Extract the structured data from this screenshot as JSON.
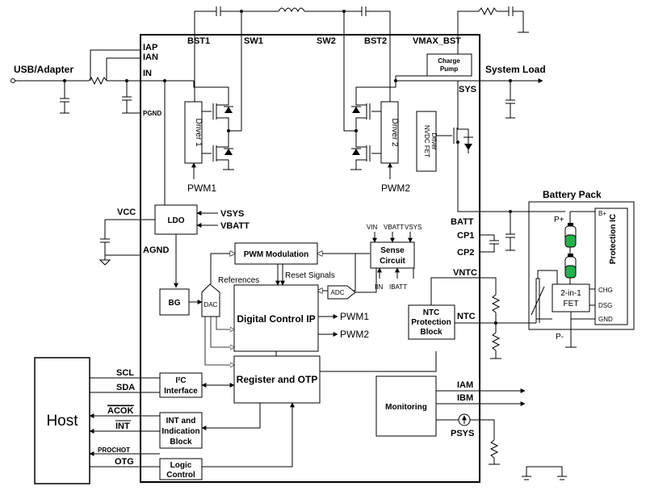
{
  "pins_left": {
    "iap": "IAP",
    "ian": "IAN",
    "in": "IN",
    "pgnd": "PGND",
    "vcc": "VCC",
    "agnd": "AGND",
    "scl": "SCL",
    "sda": "SDA",
    "acok": "ACOK",
    "int": "INT",
    "prochot": "PROCHOT",
    "otg": "OTG"
  },
  "pins_top": {
    "bst1": "BST1",
    "sw1": "SW1",
    "sw2": "SW2",
    "bst2": "BST2",
    "vmax_bst": "VMAX_BST"
  },
  "pins_right": {
    "sys": "SYS",
    "batt": "BATT",
    "cp1": "CP1",
    "cp2": "CP2",
    "vntc": "VNTC",
    "ntc": "NTC",
    "iam": "IAM",
    "ibm": "IBM",
    "psys": "PSYS"
  },
  "external": {
    "usb_adapter": "USB/Adapter",
    "system_load": "System Load",
    "host": "Host",
    "battery_pack": "Battery Pack"
  },
  "blocks": {
    "driver1": "Driver 1",
    "driver2": "Driver 2",
    "nvdc_fet_line1": "NVDC FET",
    "nvdc_fet_line2": "Driver",
    "charge_pump_line1": "Charge",
    "charge_pump_line2": "Pump",
    "ldo": "LDO",
    "vsys": "VSYS",
    "vbatt": "VBATT",
    "bg": "BG",
    "dac": "DAC",
    "adc": "ADC",
    "pwm_modulation": "PWM Modulation",
    "references": "References",
    "reset_signals": "Reset Signals",
    "sense_line1": "Sense",
    "sense_line2": "Circuit",
    "sense_in_vin": "VIN",
    "sense_in_vbatt": "VBATT",
    "sense_in_vsys": "VSYS",
    "sense_out_iin": "IIN",
    "sense_out_ibatt": "IBATT",
    "digital_control_ip": "Digital Control IP",
    "pwm1_out": "PWM1",
    "pwm2_out": "PWM2",
    "pwm1_in": "PWM1",
    "pwm2_in": "PWM2",
    "i2c_line1": "I²C",
    "i2c_line2": "Interface",
    "register_otp": "Register and OTP",
    "int_line1": "INT and",
    "int_line2": "Indication",
    "int_line3": "Block",
    "logic_line1": "Logic",
    "logic_line2": "Control",
    "monitoring": "Monitoring",
    "ntc_line1": "NTC",
    "ntc_line2": "Protection",
    "ntc_line3": "Block",
    "protection_ic": "Protection IC",
    "fet_line1": "2-in-1",
    "fet_line2": "FET",
    "chg": "CHG",
    "dsg": "DSG",
    "gnd": "GND",
    "b_plus": "B+",
    "p_plus": "P+",
    "p_minus": "P-"
  },
  "colors": {
    "battery_green": "#22b14c"
  }
}
